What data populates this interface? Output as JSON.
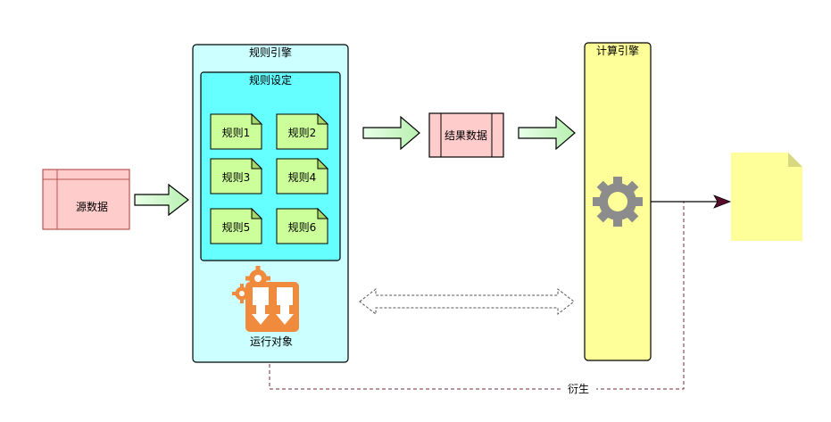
{
  "source": {
    "label": "源数据"
  },
  "rule_engine": {
    "title": "规则引擎",
    "settings_title": "规则设定",
    "rules": [
      "规则1",
      "规则2",
      "规则3",
      "规则4",
      "规则5",
      "规则6"
    ],
    "runtime_label": "运行对象"
  },
  "result": {
    "label": "结果数据"
  },
  "compute_engine": {
    "title": "计算引擎"
  },
  "derive_label": "衍生",
  "colors": {
    "source_fill": "#ffcccc",
    "source_stroke": "#b85450",
    "rule_engine_fill": "#ccffff",
    "rule_settings_fill": "#66ffff",
    "rule_note_fill": "#ccff99",
    "compute_fill": "#ffff99",
    "output_doc_fill": "#ffff99",
    "arrow_fill": "#ccffcc",
    "gear": "#808080",
    "runtime_accent": "#f08a3c"
  }
}
